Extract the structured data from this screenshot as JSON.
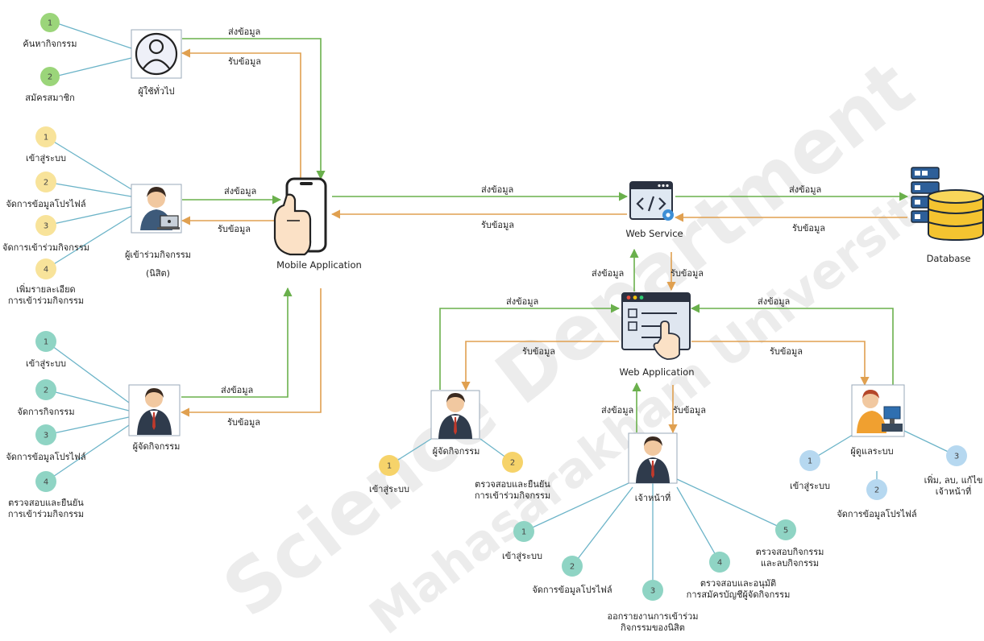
{
  "flows": {
    "send": "ส่งข้อมูล",
    "receive": "รับข้อมูล"
  },
  "systems": {
    "mobile": "Mobile Application",
    "webservice": "Web Service",
    "database": "Database",
    "webapp": "Web Application"
  },
  "actors": {
    "general_user": "ผู้ใช้ทั่วไป",
    "participant_line1": "ผู้เข้าร่วมกิจกรรม",
    "participant_line2": "(นิสิต)",
    "organizer": "ผู้จัดกิจกรรม",
    "organizer_web": "ผู้จัดกิจกรรม",
    "officer": "เจ้าหน้าที่",
    "admin": "ผู้ดูแลระบบ"
  },
  "functions": {
    "general_user": [
      {
        "num": "1",
        "label": [
          "ค้นหากิจกรรม"
        ]
      },
      {
        "num": "2",
        "label": [
          "สมัครสมาชิก"
        ]
      }
    ],
    "participant": [
      {
        "num": "1",
        "label": [
          "เข้าสู่ระบบ"
        ]
      },
      {
        "num": "2",
        "label": [
          "จัดการข้อมูลโปรไฟล์"
        ]
      },
      {
        "num": "3",
        "label": [
          "จัดการเข้าร่วมกิจกรรม"
        ]
      },
      {
        "num": "4",
        "label": [
          "เพิ่มรายละเอียด",
          "การเข้าร่วมกิจกรรม"
        ]
      }
    ],
    "organizer": [
      {
        "num": "1",
        "label": [
          "เข้าสู่ระบบ"
        ]
      },
      {
        "num": "2",
        "label": [
          "จัดการกิจกรรม"
        ]
      },
      {
        "num": "3",
        "label": [
          "จัดการข้อมูลโปรไฟล์"
        ]
      },
      {
        "num": "4",
        "label": [
          "ตรวจสอบและยืนยัน",
          "การเข้าร่วมกิจกรรม"
        ]
      }
    ],
    "organizer_web": [
      {
        "num": "1",
        "label": [
          "เข้าสู่ระบบ"
        ]
      },
      {
        "num": "2",
        "label": [
          "ตรวจสอบและยืนยัน",
          "การเข้าร่วมกิจกรรม"
        ]
      }
    ],
    "officer": [
      {
        "num": "1",
        "label": [
          "เข้าสู่ระบบ"
        ]
      },
      {
        "num": "2",
        "label": [
          "จัดการข้อมูลโปรไฟล์"
        ]
      },
      {
        "num": "3",
        "label": [
          "ออกรายงานการเข้าร่วม",
          "กิจกรรมของนิสิต"
        ]
      },
      {
        "num": "4",
        "label": [
          "ตรวจสอบและอนุมัติ",
          "การสมัครบัญชีผู้จัดกิจกรรม"
        ]
      },
      {
        "num": "5",
        "label": [
          "ตรวจสอบกิจกรรม",
          "และลบกิจกรรม"
        ]
      }
    ],
    "admin": [
      {
        "num": "1",
        "label": [
          "เข้าสู่ระบบ"
        ]
      },
      {
        "num": "2",
        "label": [
          "จัดการข้อมูลโปรไฟล์"
        ]
      },
      {
        "num": "3",
        "label": [
          "เพิ่ม, ลบ, แก้ไข",
          "เจ้าหน้าที่"
        ]
      }
    ]
  },
  "watermark": {
    "line1": "Science Department",
    "line2": "Mahasarakham University"
  },
  "colors": {
    "send": "#6ab04c",
    "receive": "#e0a050",
    "connector": "#6cb4c8",
    "green_circle": "#9bd57a",
    "yellow_circle": "#f8e39a",
    "teal_circle": "#8fd4c4",
    "gold_circle": "#f6d36a",
    "blue_circle": "#b6d8f0"
  }
}
